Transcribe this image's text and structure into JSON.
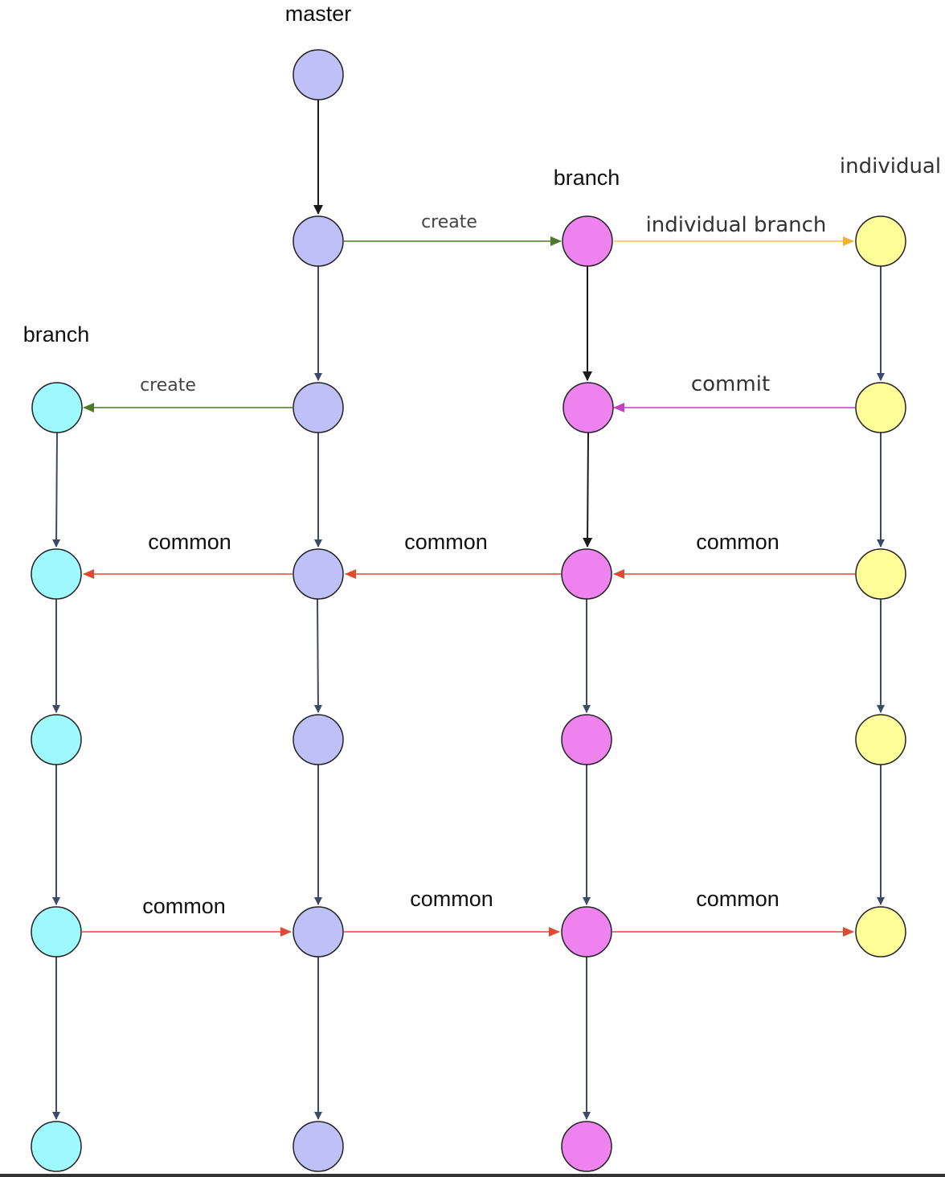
{
  "colors": {
    "master": "#c0c0f8",
    "branch_right": "#ee82ee",
    "branch_left": "#9ffaff",
    "individual": "#ffff99",
    "edge_down": "#3c4a6a",
    "edge_black": "#1a1a1a",
    "edge_create": "#4a7a2a",
    "edge_individual": "#f0c040",
    "edge_commit": "#c040c0",
    "edge_common": "#e04a30"
  },
  "headers": {
    "master": "master",
    "branch_right": "branch",
    "individual": "individual",
    "branch_left": "branch"
  },
  "edge_labels": {
    "create_right": "create",
    "individual_branch": "individual branch",
    "create_left": "create",
    "commit": "commit",
    "common_left_1": "common",
    "common_mid_1": "common",
    "common_right_1": "common",
    "common_left_2": "common",
    "common_mid_2": "common",
    "common_right_2": "common"
  }
}
